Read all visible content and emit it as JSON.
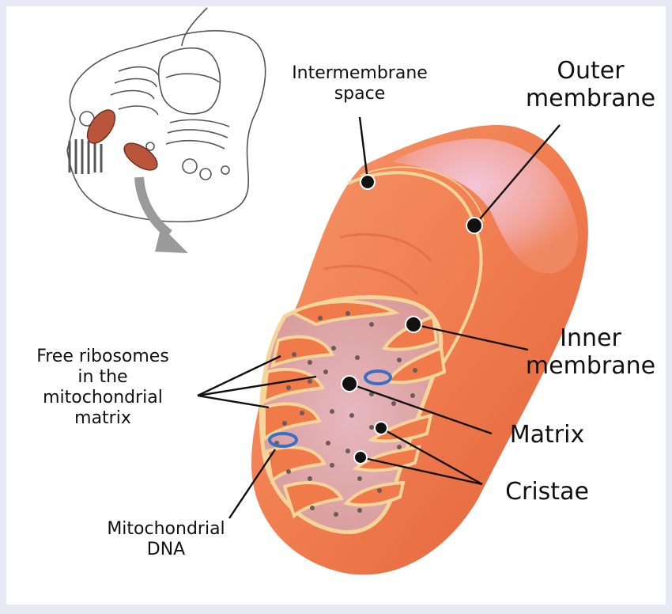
{
  "labels": {
    "intermembrane_space": "Intermembrane\nspace",
    "outer_membrane": "Outer\nmembrane",
    "inner_membrane": "Inner\nmembrane",
    "free_ribosomes": "Free ribosomes\nin the\nmitochondrial\nmatrix",
    "matrix": "Matrix",
    "cristae": "Cristae",
    "mitochondrial_dna": "Mitochondrial\nDNA"
  },
  "colors": {
    "background": "#e9e9f6",
    "panel": "#ffffff",
    "mito_orange": "#f27f52",
    "mito_light": "#f9a781",
    "membrane_line": "#f7d59a",
    "matrix_pink": "#dca8a8",
    "dna_blue": "#3b6fc4",
    "cell_sketch": "#555555",
    "arrow_gray": "#9a9a9a"
  }
}
